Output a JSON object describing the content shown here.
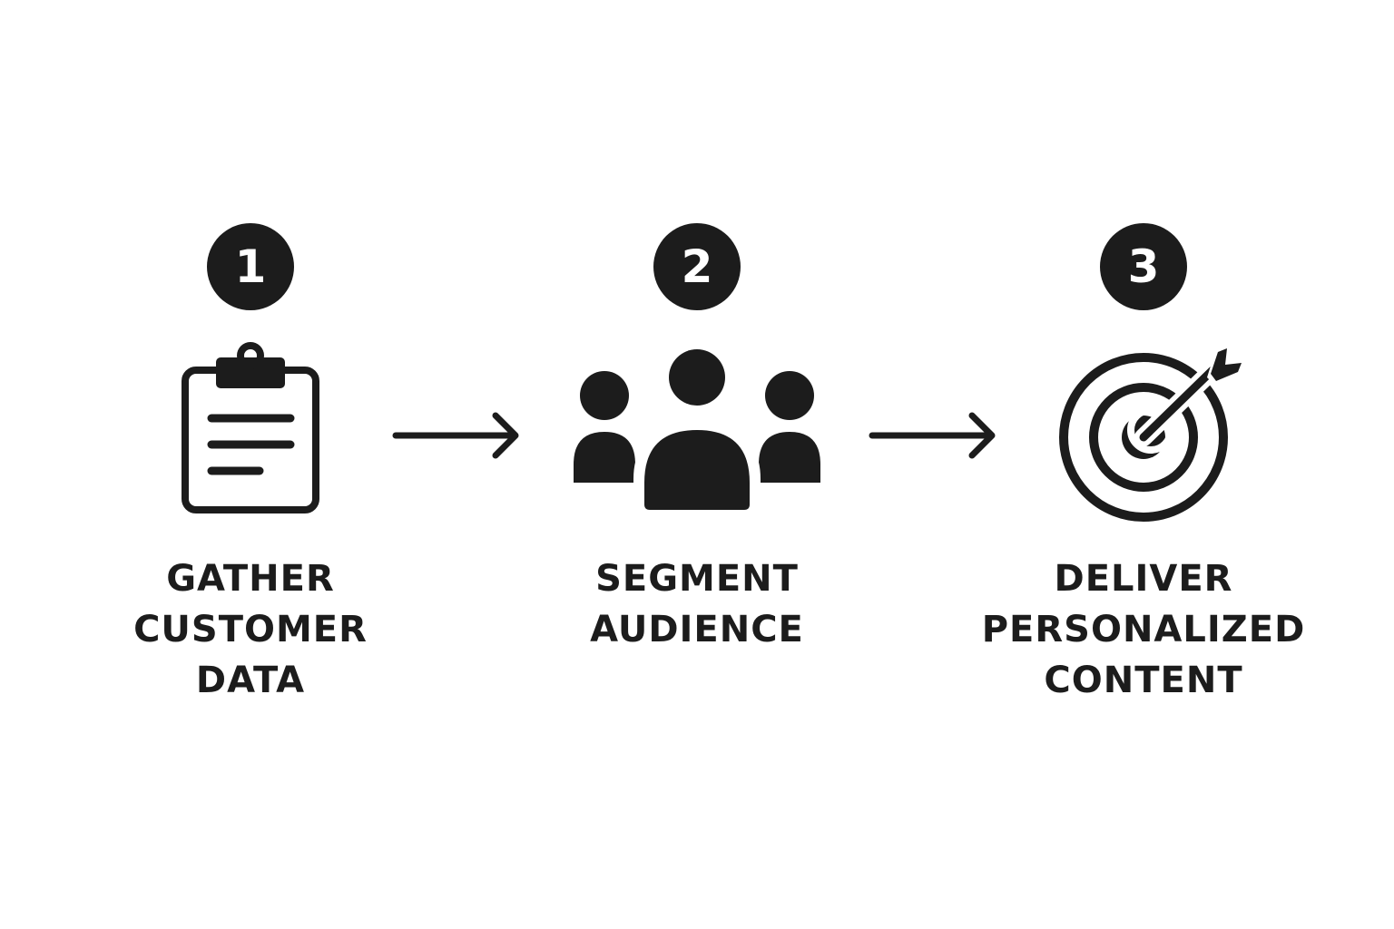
{
  "colors": {
    "ink": "#1c1c1c",
    "background": "#ffffff"
  },
  "steps": [
    {
      "number": "1",
      "icon": "clipboard-icon",
      "label_lines": [
        "GATHER",
        "CUSTOMER",
        "DATA"
      ]
    },
    {
      "number": "2",
      "icon": "people-group-icon",
      "label_lines": [
        "SEGMENT",
        "AUDIENCE"
      ]
    },
    {
      "number": "3",
      "icon": "target-arrow-icon",
      "label_lines": [
        "DELIVER",
        "PERSONALIZED",
        "CONTENT"
      ]
    }
  ],
  "connectors": [
    {
      "icon": "arrow-right-icon"
    },
    {
      "icon": "arrow-right-icon"
    }
  ]
}
